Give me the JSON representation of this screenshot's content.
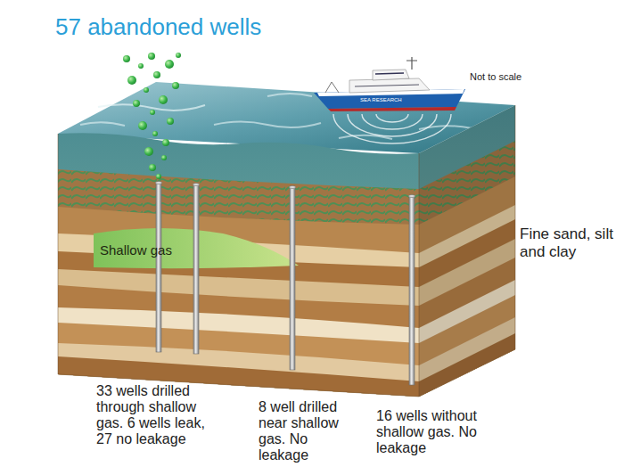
{
  "diagram": {
    "title": "57 abandoned wells",
    "labels": [
      "Not to scale",
      "SEA RESEARCH",
      "Shallow gas",
      "Fine sand, silt and clay",
      "33 wells drilled through shallow gas. 6 wells leak, 27 no leakage",
      "8 well drilled near shallow gas. No leakage",
      "16 wells without shallow gas. No leakage"
    ]
  }
}
